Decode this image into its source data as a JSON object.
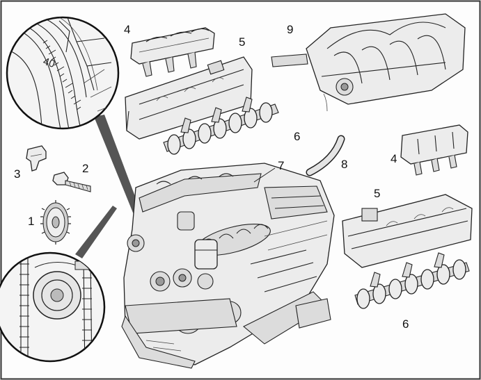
{
  "labels": {
    "sensor": "3",
    "bolt": "2",
    "sprocket": "1",
    "ignition_coils_top": "4",
    "ignition_coils_right": "4",
    "cylinder_head_cover_top": "5",
    "cylinder_head_cover_right": "5",
    "camshaft_top": "6",
    "camshaft_right": "6",
    "engine": "7",
    "hose": "8",
    "intake_manifold": "9"
  },
  "detail_scale_label": "40"
}
